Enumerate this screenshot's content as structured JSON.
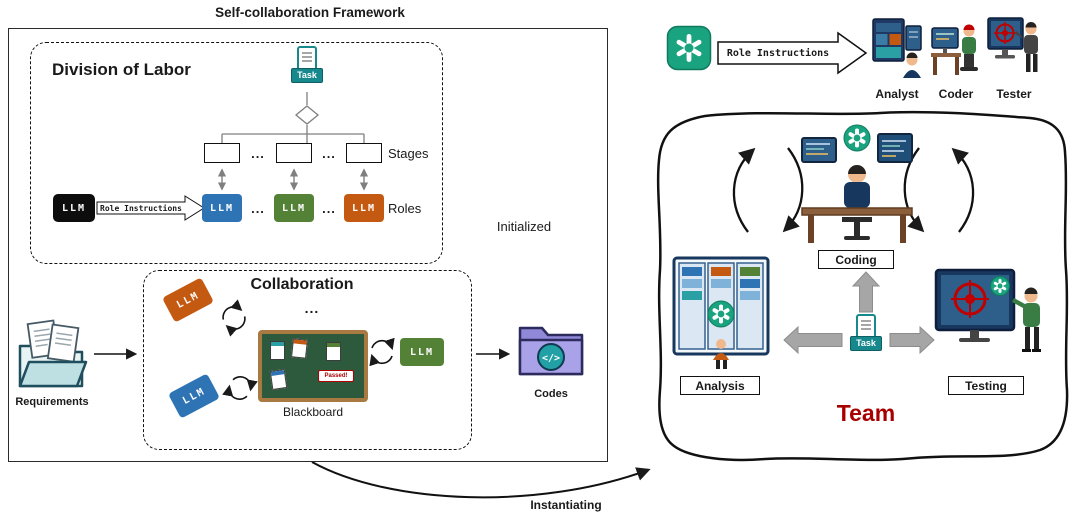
{
  "framework": {
    "title": "Self-collaboration Framework",
    "initialized": "Initialized",
    "instantiating": "Instantiating"
  },
  "division": {
    "title": "Division of Labor",
    "task": "Task",
    "stages": "Stages",
    "roles": "Roles",
    "role_instructions": "Role Instructions"
  },
  "collaboration": {
    "title": "Collaboration",
    "blackboard": "Blackboard",
    "passed": "Passed!"
  },
  "io": {
    "requirements": "Requirements",
    "codes": "Codes",
    "codes_glyph": "</>"
  },
  "labels": {
    "llm": "LLM",
    "ellipsis": "..."
  },
  "team": {
    "role_instructions": "Role Instructions",
    "personas": [
      {
        "label": "Analyst"
      },
      {
        "label": "Coder"
      },
      {
        "label": "Tester"
      }
    ],
    "task": "Task",
    "coding": "Coding",
    "analysis": "Analysis",
    "testing": "Testing",
    "team": "Team"
  },
  "colors": {
    "llm_blue": "#2e74b5",
    "llm_green": "#538135",
    "llm_orange": "#c45911",
    "gpt_green": "#19a37f",
    "team_red": "#a80000",
    "blackboard_green": "#2d5a3d",
    "blackboard_frame": "#a97942",
    "task_teal": "#17888c",
    "arrow_gray": "#a6a6a6"
  }
}
